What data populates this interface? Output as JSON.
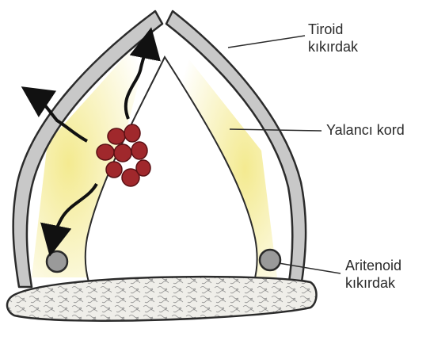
{
  "labels": {
    "thyroid": [
      "Tiroid",
      "kıkırdak"
    ],
    "false_cord": "Yalancı kord",
    "arytenoid": [
      "Aritenoid",
      "kıkırdak"
    ]
  },
  "colors": {
    "cartilage_fill": "#c8c8c8",
    "outline": "#2b2b2b",
    "glow": "#f3e98a",
    "lesion": "#a0282c",
    "arrow": "#111111"
  }
}
